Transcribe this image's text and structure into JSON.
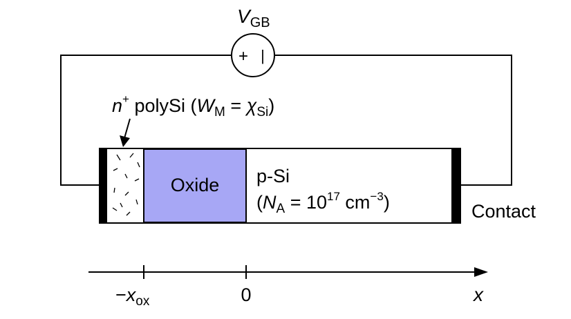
{
  "source": {
    "symbol": "V",
    "subscript": "GB",
    "plus_sign": "+",
    "minus_sign": "|"
  },
  "gate_label": {
    "n": "n",
    "sup": "+",
    "text": " polySi (",
    "w": "W",
    "w_sub": "M",
    "equals": " = ",
    "chi": "χ",
    "chi_sub": "Si",
    "close": ")"
  },
  "oxide_label": "Oxide",
  "silicon_label": {
    "line1": "p-Si",
    "open": "(",
    "n": "N",
    "n_sub": "A",
    "equals": " = 10",
    "exp": "17",
    "unit": " cm",
    "unit_exp": "−3",
    "close": ")"
  },
  "contact_label": "Contact",
  "axis": {
    "minus": "−",
    "x": "x",
    "x_sub": "ox",
    "zero": "0",
    "axis_label": "x"
  },
  "colors": {
    "oxide_fill": "#a7a7f5",
    "line": "#000000"
  }
}
